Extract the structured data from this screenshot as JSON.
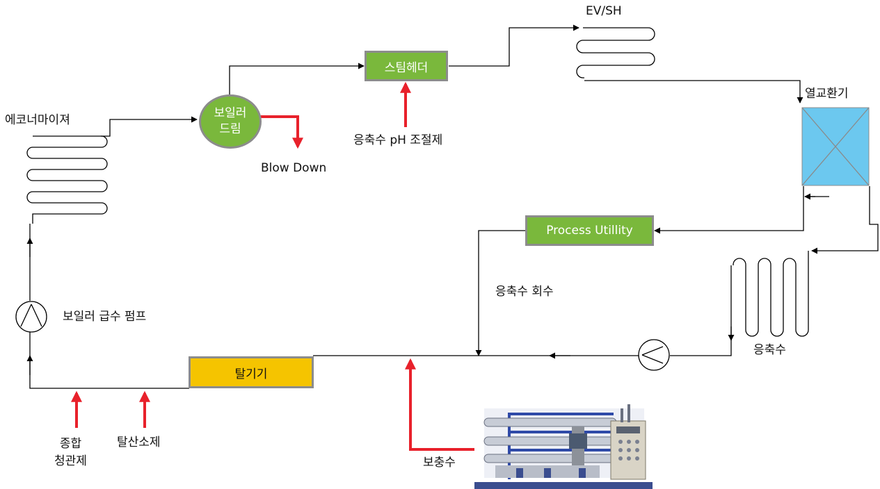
{
  "nodes": {
    "economizer": "에코너마이져",
    "boiler_drum": "보일러\n드림",
    "blow_down": "Blow Down",
    "steam_header": "스팀헤더",
    "ph_control": "응축수 pH 조절제",
    "evsh": "EV/SH",
    "heat_exchanger": "열교환기",
    "process_utility": "Process Utillity",
    "condensate_return": "응축수 회수",
    "condensate": "응축수",
    "feed_pump": "보일러 급수 펌프",
    "deaerator": "탈기기",
    "cleaning_agent": "종합\n청관제",
    "oxygen_scavenger": "탈산소제",
    "makeup_water": "보충수"
  },
  "colors": {
    "green_fill": "#7ab83c",
    "yellow_fill": "#f5c400",
    "hx_fill": "#6cc8ef",
    "border_gray": "#8c8c8c",
    "red_arrow": "#e8212b",
    "line": "#000000"
  }
}
